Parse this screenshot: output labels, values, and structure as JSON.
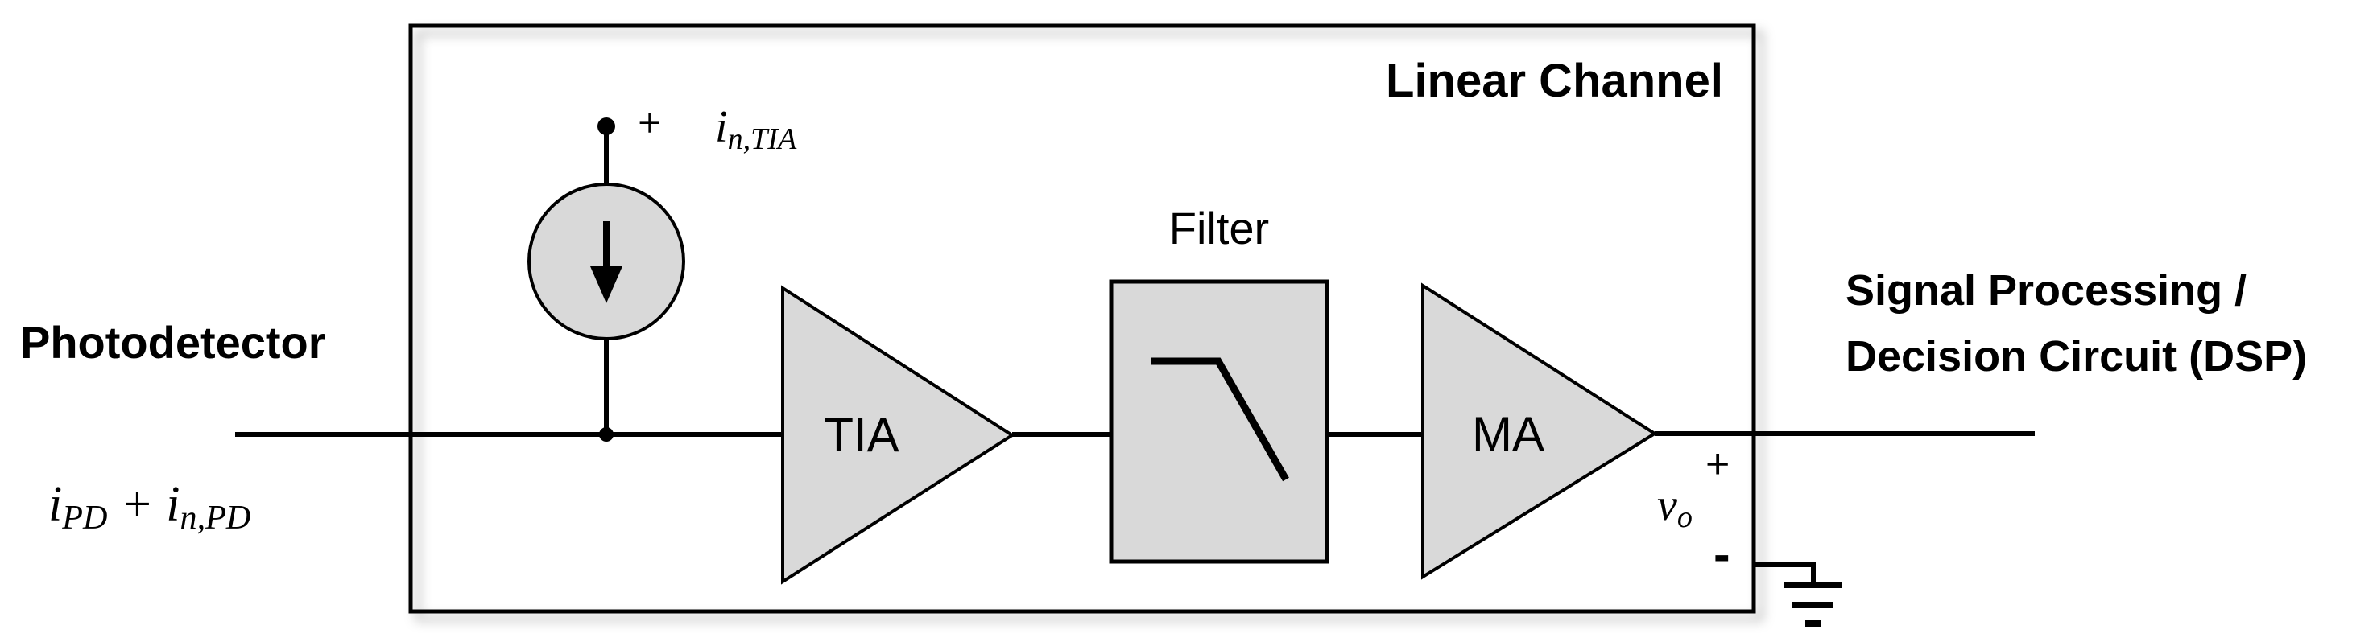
{
  "title": "Linear Channel",
  "photodetector": {
    "label": "Photodetector"
  },
  "input_signal": {
    "base1": "i",
    "sub1": "PD",
    "operator": "+",
    "base2": "i",
    "sub2": "n,PD"
  },
  "noise_source": {
    "polarity": "+",
    "base": "i",
    "sub": "n,TIA",
    "icon": "current-source-down-arrow"
  },
  "blocks": {
    "tia": "TIA",
    "filter": "Filter",
    "ma": "MA"
  },
  "output": {
    "polarity_plus": "+",
    "polarity_minus": "-",
    "base": "v",
    "sub": "o",
    "ground_icon": "earth-ground"
  },
  "destination": {
    "line1": "Signal Processing /",
    "line2": "Decision Circuit (DSP)"
  },
  "colors": {
    "block_fill": "#d9d9d9",
    "stroke": "#000000",
    "background": "#ffffff"
  }
}
